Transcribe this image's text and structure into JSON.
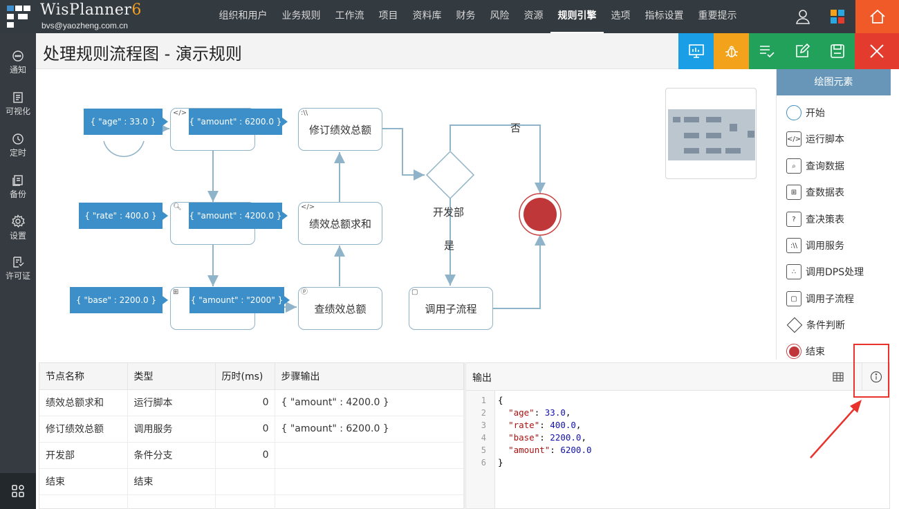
{
  "brand": {
    "name": "WisPlanner",
    "version": "6",
    "user": "bvs@yaozheng.com.cn"
  },
  "topnav": [
    "组织和用户",
    "业务规则",
    "工作流",
    "项目",
    "资料库",
    "财务",
    "风险",
    "资源",
    "规则引擎",
    "选项",
    "指标设置",
    "重要提示"
  ],
  "topnav_active": "规则引擎",
  "sidebar": [
    {
      "label": "通知",
      "icon": "chat-icon"
    },
    {
      "label": "可视化",
      "icon": "visual-icon"
    },
    {
      "label": "定时",
      "icon": "clock-icon"
    },
    {
      "label": "备份",
      "icon": "backup-icon"
    },
    {
      "label": "设置",
      "icon": "gear-icon"
    },
    {
      "label": "许可证",
      "icon": "license-icon"
    }
  ],
  "title": "处理规则流程图 - 演示规则",
  "toolbar_colors": {
    "monitor": "#1a9ee6",
    "debug": "#f3a21b",
    "list": "#22a15a",
    "edit": "#22a15a",
    "save": "#22a15a",
    "close": "#e33b2e"
  },
  "flow": {
    "tags": {
      "t1": "{ \"age\" : 33.0 }",
      "t2": "{ \"amount\" : 6200.0 }",
      "t3": "{ \"rate\" : 400.0 }",
      "t4": "{ \"amount\" : 4200.0 }",
      "t5": "{ \"base\" : 2200.0 }",
      "t6": "{ \"amount\" : \"2000\" }"
    },
    "nodes": {
      "revise": "修订绩效总额",
      "sum": "绩效总额求和",
      "query": "查绩效总额",
      "subflow": "调用子流程"
    },
    "labels": {
      "no": "否",
      "yes": "是",
      "dept": "开发部"
    }
  },
  "palette": {
    "title": "绘图元素",
    "items": [
      {
        "label": "开始",
        "icon": "start-circle-icon"
      },
      {
        "label": "运行脚本",
        "icon": "script-icon"
      },
      {
        "label": "查询数据",
        "icon": "query-icon"
      },
      {
        "label": "查数据表",
        "icon": "table-icon"
      },
      {
        "label": "查决策表",
        "icon": "decision-table-icon"
      },
      {
        "label": "调用服务",
        "icon": "service-icon"
      },
      {
        "label": "调用DPS处理",
        "icon": "dps-icon"
      },
      {
        "label": "调用子流程",
        "icon": "subflow-icon"
      },
      {
        "label": "条件判断",
        "icon": "diamond-icon"
      },
      {
        "label": "结束",
        "icon": "end-circle-icon"
      }
    ]
  },
  "grid": {
    "headers": [
      "节点名称",
      "类型",
      "历时(ms)",
      "步骤输出"
    ],
    "rows": [
      [
        "绩效总额求和",
        "运行脚本",
        "0",
        "{ \"amount\" : 4200.0 }"
      ],
      [
        "修订绩效总额",
        "调用服务",
        "0",
        "{ \"amount\" : 6200.0 }"
      ],
      [
        "开发部",
        "条件分支",
        "0",
        ""
      ],
      [
        "结束",
        "结束",
        "",
        ""
      ]
    ]
  },
  "output": {
    "title": "输出",
    "lines": [
      "{",
      "  \"age\": 33.0,",
      "  \"rate\": 400.0,",
      "  \"base\": 2200.0,",
      "  \"amount\": 6200.0",
      "}"
    ],
    "line_numbers": [
      "1",
      "2",
      "3",
      "4",
      "5",
      "6"
    ]
  }
}
